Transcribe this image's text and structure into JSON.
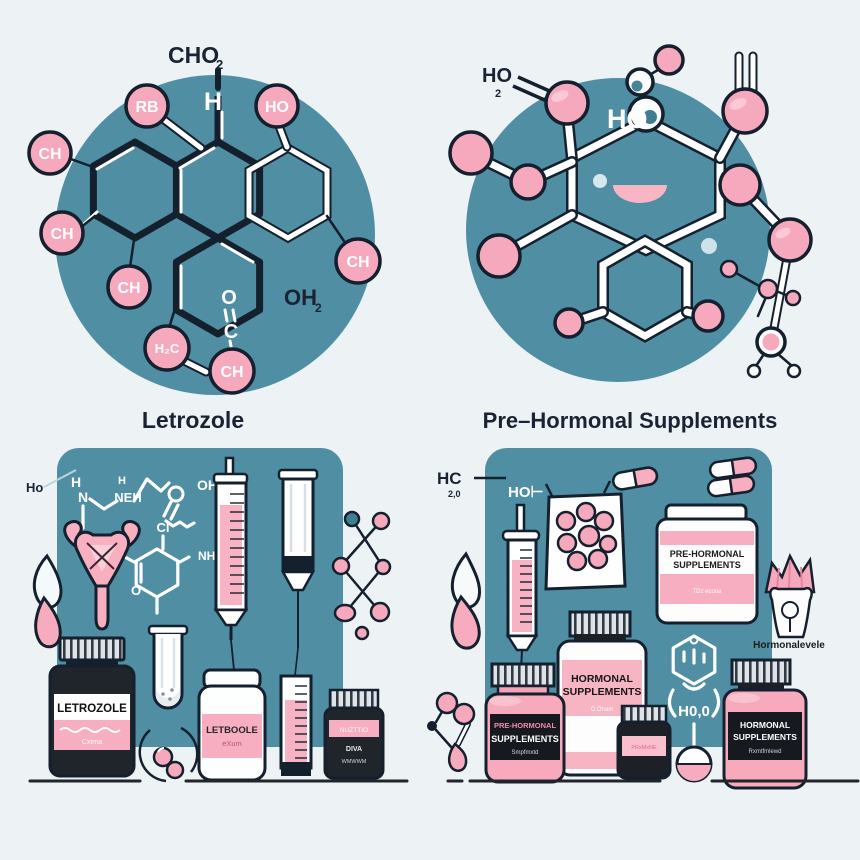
{
  "colors": {
    "background": "#edf3f5",
    "teal_panel": "#4f8ea3",
    "pink_atom": "#f6a9bc",
    "pink_light": "#fbc9d4",
    "ink_outline": "#15202e",
    "caption_ink": "#1a2334",
    "label_pink_band": "#f7aec0"
  },
  "top_left": {
    "caption": "Letrozole",
    "formula": {
      "cho": "CHO",
      "cho_sub": "2",
      "h": "H",
      "o": "O",
      "c": "C",
      "oh": "OH",
      "oh_sub": "2"
    },
    "atoms": {
      "rb": "RB",
      "ho": "HO",
      "ch1": "CH",
      "ch2": "CH",
      "ch3": "CH",
      "h2c": "H₂C",
      "ch4": "CH",
      "ch5": "CH"
    }
  },
  "top_right": {
    "caption": "Pre–Hormonal Supplements",
    "formula": {
      "ho2": "HO",
      "ho2_sub": "2",
      "ho": "HO"
    }
  },
  "bottom_left": {
    "ho": "Ho",
    "skeleton": {
      "h": "H",
      "n": "N",
      "h_small": "H",
      "neh": "NEH",
      "oh": "OH",
      "cl": "Cl",
      "nh2": "NH₂",
      "o": "O"
    },
    "black_bottle": {
      "title": "LETROZOLE",
      "subtext": "Cxtma"
    },
    "jar": {
      "title": "LETBOOLE",
      "subtext": "eXum"
    },
    "small_bottle": {
      "band": "NUZTTIO",
      "line2": "DIVA",
      "line3": "WMWWM"
    }
  },
  "bottom_right": {
    "formula": {
      "hc": "HC",
      "hc_sub": "2,0",
      "ho": "HO⊢"
    },
    "jar": {
      "line1": "PRE-HORMONAL",
      "line2": "SUPPLEMENTS",
      "line3": "TDz econa"
    },
    "mid_bottle": {
      "line1": "HORMONAL",
      "line2": "SUPPLEMENTS",
      "line3": "O.Onam"
    },
    "left_bottle": {
      "line1": "PRE-HORMONAL",
      "line2": "SUPPLEMENTS",
      "line3": "Smpfmxtd"
    },
    "right_bottle": {
      "line1": "HORMONAL",
      "line2": "SUPPLEMENTS",
      "line3": "Rxmtfmlewd"
    },
    "small_bottle": {
      "band": "PRxMxNE"
    },
    "hex_label": "H0,0",
    "side_caption": "Hormonalevele"
  }
}
